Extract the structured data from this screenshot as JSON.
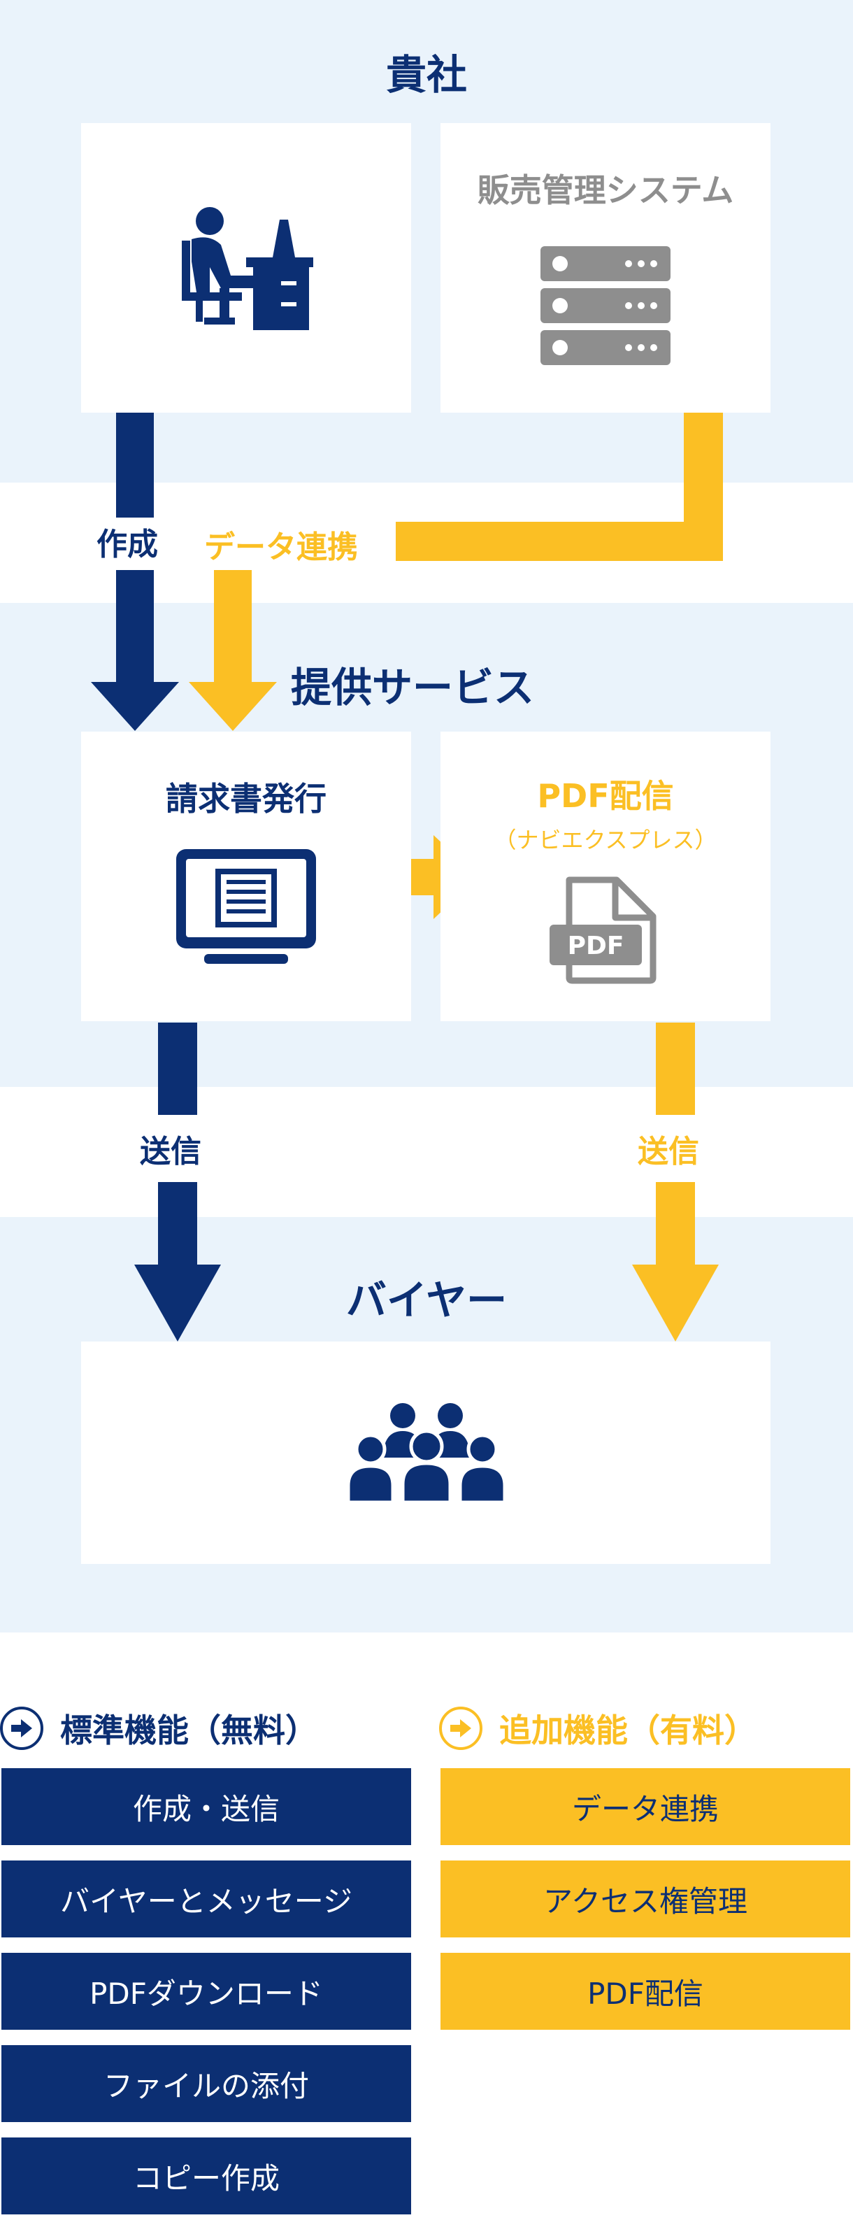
{
  "company": {
    "title": "貴社"
  },
  "sales_system": {
    "label": "販売管理システム"
  },
  "flow_labels": {
    "create": "作成",
    "data_link": "データ連携",
    "send_left": "送信",
    "send_right": "送信"
  },
  "service": {
    "title": "提供サービス"
  },
  "invoice": {
    "label": "請求書発行"
  },
  "pdf": {
    "label": "PDF配信",
    "sub": "（ナビエクスプレス）",
    "icon_text": "PDF"
  },
  "buyer": {
    "title": "バイヤー"
  },
  "features": {
    "standard": {
      "title": "標準機能（無料）",
      "items": [
        "作成・送信",
        "バイヤーとメッセージ",
        "PDFダウンロード",
        "ファイルの添付",
        "コピー作成"
      ]
    },
    "additional": {
      "title": "追加機能（有料）",
      "items": [
        "データ連携",
        "アクセス権管理",
        "PDF配信"
      ]
    }
  },
  "colors": {
    "navy": "#0c2f73",
    "yellow": "#fbbf24",
    "gray": "#8e8e8e",
    "band": "#eaf3fb"
  },
  "icons": [
    "person-at-desk-icon",
    "server-rack-icon",
    "monitor-document-icon",
    "pdf-file-icon",
    "group-people-icon",
    "arrow-right-circle-icon"
  ]
}
